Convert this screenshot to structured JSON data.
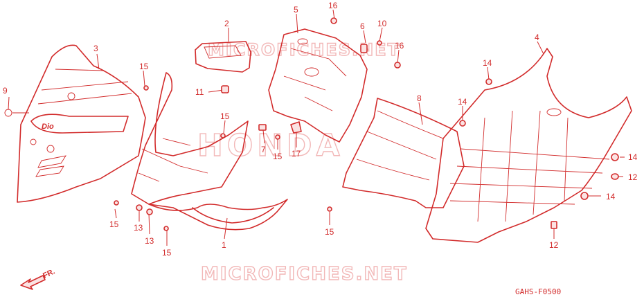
{
  "diagram": {
    "code": "GAHS-F0500",
    "direction_label": "FR.",
    "watermarks": {
      "top": "MICROFICHES.NET",
      "middle": "HONDA",
      "bottom": "MICROFICHES.NET"
    },
    "decal_text": "Dio",
    "accent_color": "#d22b2b",
    "callouts": {
      "c1": "1",
      "c2": "2",
      "c3": "3",
      "c4": "4",
      "c5": "5",
      "c6": "6",
      "c7": "7",
      "c8": "8",
      "c9": "9",
      "c10": "10",
      "c11": "11",
      "c12a": "12",
      "c12b": "12",
      "c13a": "13",
      "c13b": "13",
      "c14a": "14",
      "c14b": "14",
      "c14c": "14",
      "c14d": "14",
      "c15a": "15",
      "c15b": "15",
      "c15c": "15",
      "c15d": "15",
      "c15e": "15",
      "c15f": "15",
      "c16a": "16",
      "c16b": "16",
      "c17": "17"
    }
  }
}
